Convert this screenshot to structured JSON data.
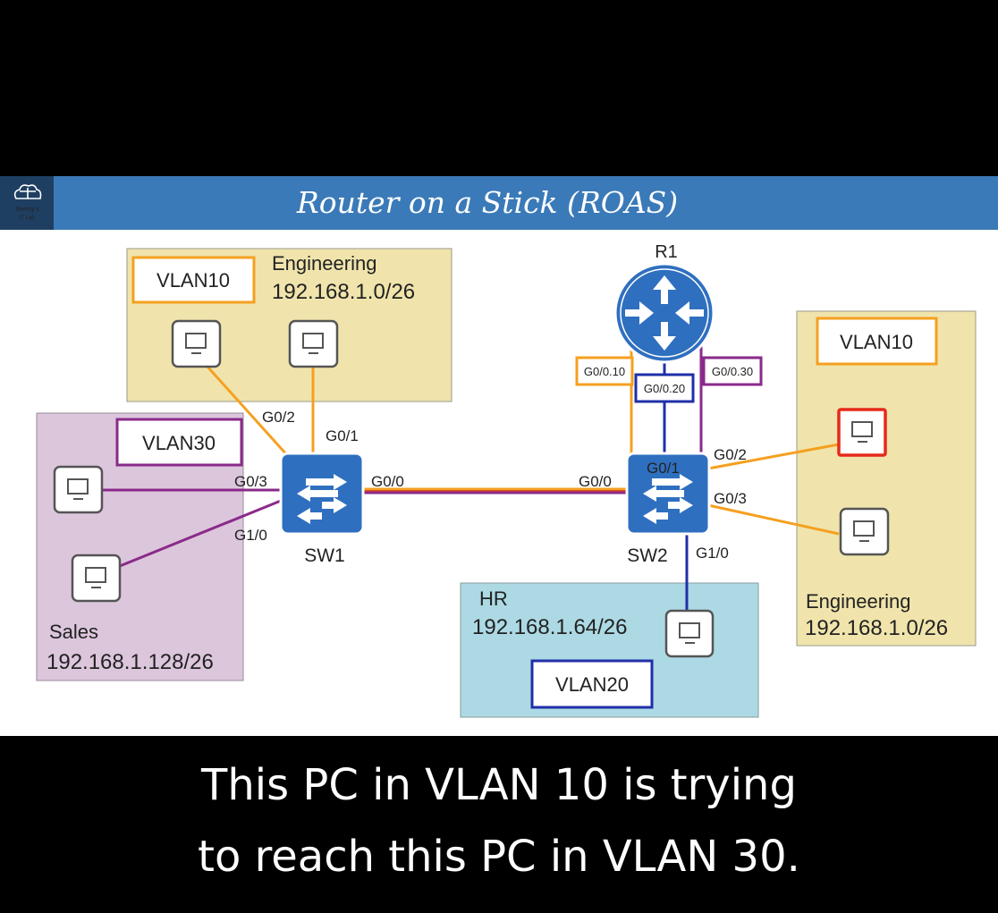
{
  "title": "Router on a Stick (ROAS)",
  "logo": {
    "line1": "Jeremy's",
    "line2": "IT Lab",
    "icon": "cloud-network-icon"
  },
  "caption": {
    "line1": "This PC in VLAN 10 is trying",
    "line2": "to reach this PC in VLAN 30."
  },
  "colors": {
    "title_bar": "#3b7ab8",
    "engineering_zone": "#f0e4ac",
    "sales_zone": "#dcc6dc",
    "hr_zone": "#acd9e4",
    "vlan10": "#f5a020",
    "vlan20": "#1f2fa8",
    "vlan30": "#8a2a8a",
    "device": "#2f6fbf",
    "highlight_pc": "#e52a1a"
  },
  "devices": {
    "r1": "R1",
    "sw1": "SW1",
    "sw2": "SW2"
  },
  "zones": {
    "eng_left": {
      "name": "Engineering",
      "subnet": "192.168.1.0/26",
      "vlan": "VLAN10"
    },
    "sales": {
      "name": "Sales",
      "subnet": "192.168.1.128/26",
      "vlan": "VLAN30"
    },
    "hr": {
      "name": "HR",
      "subnet": "192.168.1.64/26",
      "vlan": "VLAN20"
    },
    "eng_right": {
      "name": "Engineering",
      "subnet": "192.168.1.0/26",
      "vlan": "VLAN10"
    }
  },
  "subinterfaces": {
    "vlan10": "G0/0.10",
    "vlan20": "G0/0.20",
    "vlan30": "G0/0.30"
  },
  "ports": {
    "sw1_g02": "G0/2",
    "sw1_g01": "G0/1",
    "sw1_g03": "G0/3",
    "sw1_g10": "G1/0",
    "sw1_g00": "G0/0",
    "sw2_g00": "G0/0",
    "sw2_g01": "G0/1",
    "sw2_g02": "G0/2",
    "sw2_g03": "G0/3",
    "sw2_g10": "G1/0"
  }
}
